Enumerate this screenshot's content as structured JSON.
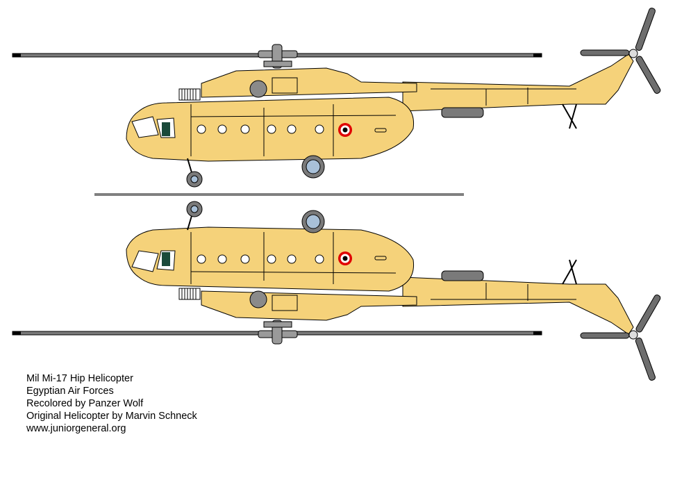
{
  "caption": {
    "lines": [
      "Mil Mi-17 Hip Helicopter",
      "Egyptian Air Forces",
      "Recolored by Panzer Wolf",
      "Original Helicopter by Marvin Schneck",
      "www.juniorgeneral.org"
    ]
  },
  "colors": {
    "fuselage": "#f5d27a",
    "outline": "#000000",
    "glass": "#ffffff",
    "wheel": "#a8c0d8",
    "rotor_grey": "#7a7a7a",
    "roundel_red": "#e00000",
    "roundel_white": "#ffffff",
    "roundel_black": "#000000",
    "divider": "#000000",
    "pilot": "#1a4a3a"
  },
  "helicopters": [
    {
      "view": "right-side",
      "wheels_down": true,
      "rotor_below": false
    },
    {
      "view": "mirrored",
      "wheels_down": false,
      "rotor_below": true
    }
  ]
}
